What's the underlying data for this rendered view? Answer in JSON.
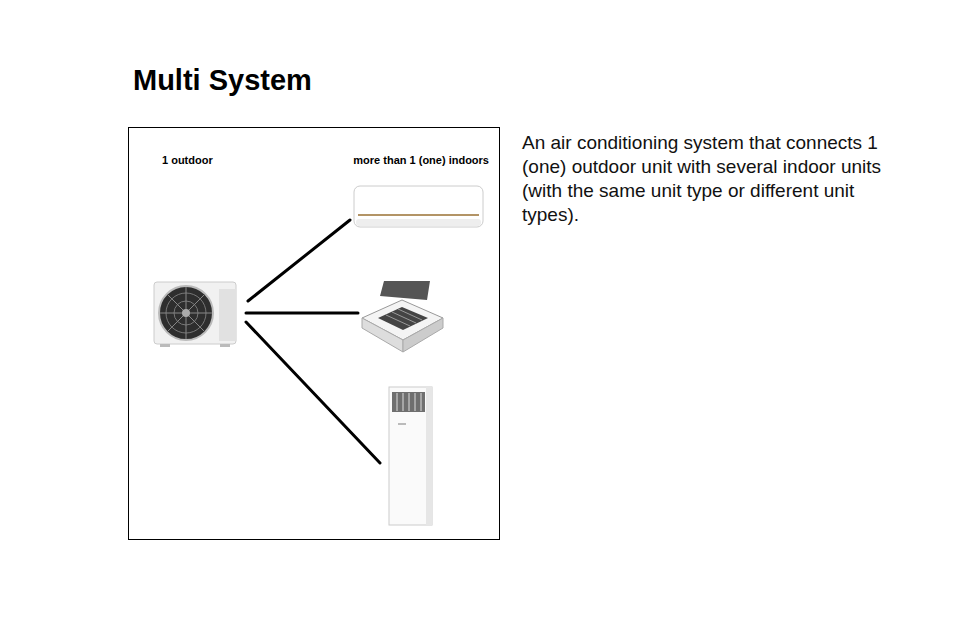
{
  "diagram": {
    "title": "Multi System",
    "nodes": [
      {
        "text": [
          "1 outdoor",
          "more than 1 (one) indoors"
        ]
      }
    ],
    "labels": [
      "An air conditioning system that connects 1 (one) outdoor unit with several indoor units (with the same unit type or different unit types)."
    ]
  }
}
